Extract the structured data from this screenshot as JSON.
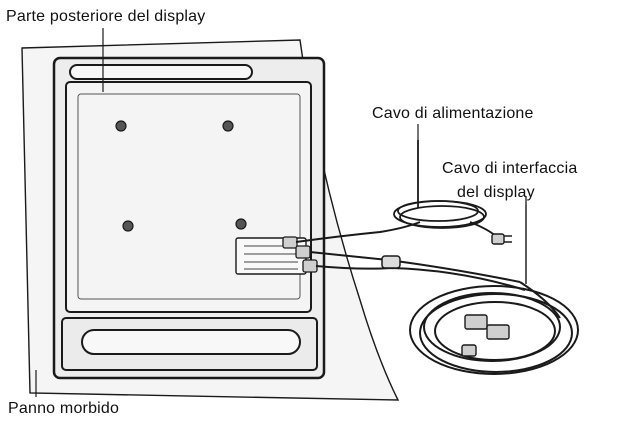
{
  "labels": {
    "display_back": "Parte posteriore del display",
    "power_cable": "Cavo di alimentazione",
    "interface_cable_line1": "Cavo di interfaccia",
    "interface_cable_line2": "del display",
    "soft_cloth": "Panno morbido"
  },
  "colors": {
    "line": "#1a1a1a",
    "surface": "#f2f2f2",
    "screen": "#ececec"
  }
}
